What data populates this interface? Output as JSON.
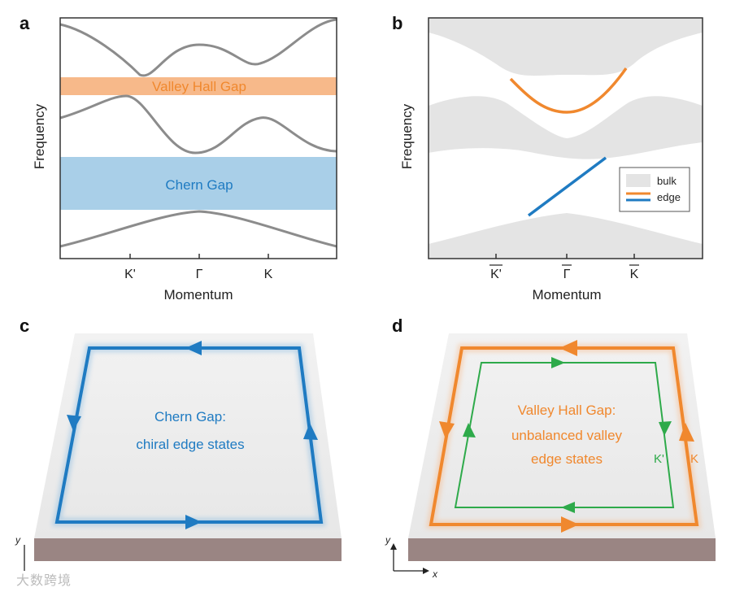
{
  "panels": {
    "a": {
      "letter": "a",
      "ylabel": "Frequency",
      "xlabel": "Momentum",
      "ticks": [
        "K'",
        "Γ",
        "K"
      ],
      "valley_gap_label": "Valley Hall Gap",
      "chern_gap_label": "Chern Gap"
    },
    "b": {
      "letter": "b",
      "ylabel": "Frequency",
      "xlabel": "Momentum",
      "ticks": [
        "K'",
        "Γ",
        "K"
      ],
      "legend": [
        {
          "label": "bulk",
          "color": "#e4e4e4"
        },
        {
          "label": "edge",
          "color": "#f0882e"
        }
      ]
    },
    "c": {
      "letter": "c",
      "text_line1": "Chern Gap:",
      "text_line2": "chiral edge states",
      "axis_y": "y"
    },
    "d": {
      "letter": "d",
      "text_line1": "Valley Hall Gap:",
      "text_line2": "unbalanced valley",
      "text_line3": "edge states",
      "k_prime_label": "K'",
      "k_label": "K",
      "axis_y": "y",
      "axis_x": "x"
    }
  },
  "colors": {
    "orange": "#f0882e",
    "orange_band": "#f7b98a",
    "blue": "#1f7bc2",
    "blue_band": "#a9cfe8",
    "green": "#2eaa4a",
    "band_gray": "#8c8c8c",
    "bulk_gray": "#e4e4e4",
    "slab_side": "#9a8583"
  },
  "watermark": "大数跨境"
}
